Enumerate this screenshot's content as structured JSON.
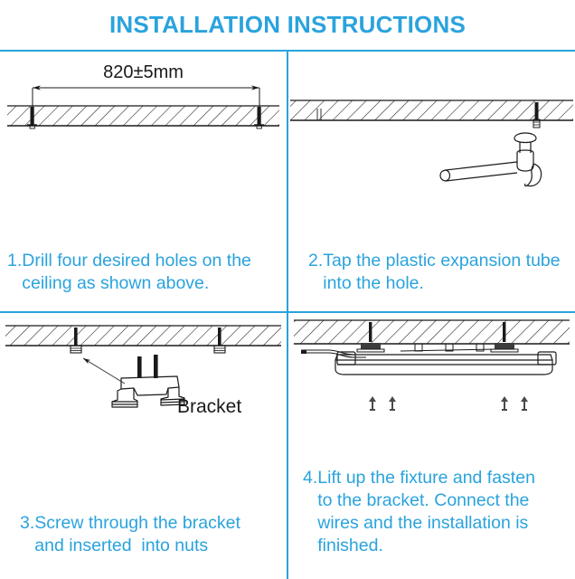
{
  "header": {
    "title": "INSTALLATION INSTRUCTIONS",
    "color": "#2aa3dd"
  },
  "theme": {
    "accent": "#2aa3dd",
    "line": "#1a1a1a",
    "background": "#ffffff"
  },
  "panels": [
    {
      "id": "step-1",
      "number": "1.",
      "caption": "1.Drill four desired holes on the\n   ceiling as shown above.",
      "dimension_label": "820±5mm",
      "art": "ceiling-with-two-anchors-and-dimension"
    },
    {
      "id": "step-2",
      "number": "2.",
      "caption": "2.Tap the plastic expansion tube\n   into the hole.",
      "art": "ceiling-with-hammer-and-expansion-tube"
    },
    {
      "id": "step-3",
      "number": "3.",
      "caption": "3.Screw through the bracket\n   and inserted  into nuts",
      "annotation": "Bracket",
      "art": "ceiling-with-bracket-and-screws"
    },
    {
      "id": "step-4",
      "number": "4.",
      "caption": "4.Lift up the fixture and fasten\n   to the bracket. Connect the\n   wires and the installation is\n   finished.",
      "art": "ceiling-with-linear-fixture-and-lift-arrows"
    }
  ]
}
